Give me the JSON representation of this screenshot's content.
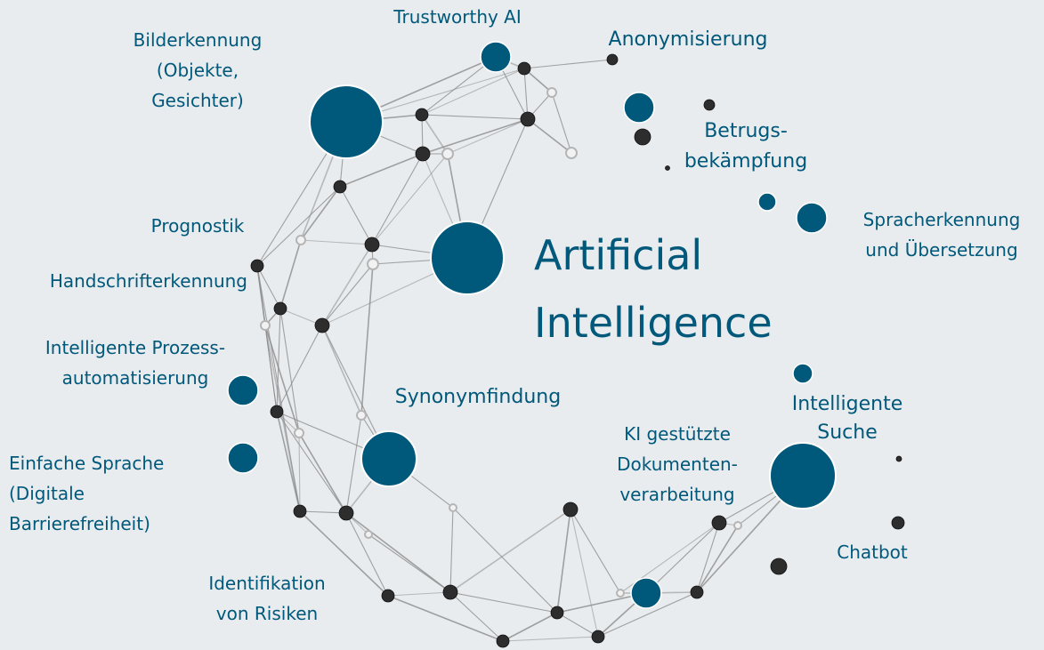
{
  "colors": {
    "background": "#e9ecef",
    "accent": "#00587a",
    "text": "#00587a",
    "node_dark": "#2d2d2d",
    "node_light": "#d0d0d0",
    "line": "#8c8c8c"
  },
  "title": {
    "lines": [
      "Artificial",
      "Intelligence"
    ]
  },
  "labels": [
    {
      "id": "bilderkennung",
      "lines": [
        "Bilderkennung",
        "(Objekte,",
        "Gesichter)"
      ]
    },
    {
      "id": "trustworthy-ai",
      "lines": [
        "Trustworthy AI"
      ]
    },
    {
      "id": "anonymisierung",
      "lines": [
        "Anonymisierung"
      ]
    },
    {
      "id": "betrugsbekaempfung",
      "lines": [
        "Betrugs-",
        "bekämpfung"
      ]
    },
    {
      "id": "spracherkennung",
      "lines": [
        "Spracherkennung",
        "und Übersetzung"
      ]
    },
    {
      "id": "prognostik",
      "lines": [
        "Prognostik"
      ]
    },
    {
      "id": "handschrifterkennung",
      "lines": [
        "Handschrifterkennung"
      ]
    },
    {
      "id": "prozessautomatisierung",
      "lines": [
        "Intelligente Prozess-",
        "automatisierung"
      ]
    },
    {
      "id": "synonymfindung",
      "lines": [
        "Synonymfindung"
      ]
    },
    {
      "id": "intelligente-suche",
      "lines": [
        "Intelligente",
        "Suche"
      ]
    },
    {
      "id": "dokumentenverarbeitung",
      "lines": [
        "KI gestützte",
        "Dokumenten-",
        "verarbeitung"
      ]
    },
    {
      "id": "einfache-sprache",
      "lines": [
        "Einfache Sprache",
        "(Digitale",
        "Barrierefreiheit)"
      ]
    },
    {
      "id": "chatbot",
      "lines": [
        "Chatbot"
      ]
    },
    {
      "id": "risiken",
      "lines": [
        "Identifikation",
        "von Risiken"
      ]
    }
  ]
}
